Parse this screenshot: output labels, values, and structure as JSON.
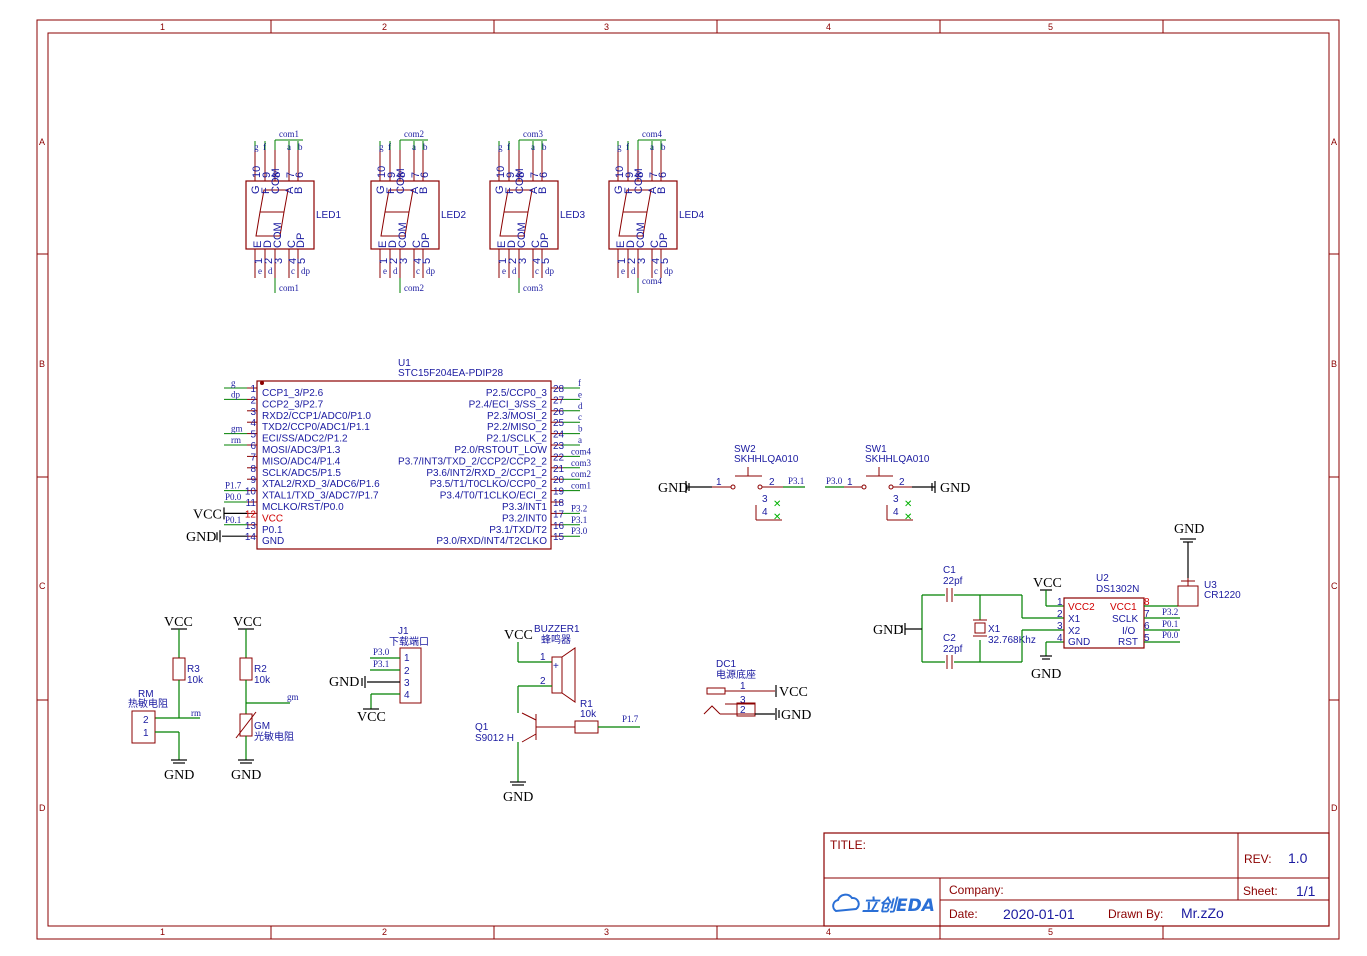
{
  "frame": {
    "col_labels": [
      "1",
      "2",
      "3",
      "4",
      "5"
    ],
    "row_labels": [
      "A",
      "B",
      "C",
      "D"
    ]
  },
  "title_block": {
    "title_label": "TITLE:",
    "title_value": "",
    "rev_label": "REV:",
    "rev_value": "1.0",
    "company_label": "Company:",
    "company_value": "",
    "sheet_label": "Sheet:",
    "sheet_value": "1/1",
    "date_label": "Date:",
    "date_value": "2020-01-01",
    "drawn_label": "Drawn By:",
    "drawn_value": "Mr.zZo",
    "logo_text": "立创EDA"
  },
  "power": {
    "vcc": "VCC",
    "gnd": "GND"
  },
  "leds": [
    {
      "ref": "LED1",
      "com": "com1",
      "com_bottom": "com1"
    },
    {
      "ref": "LED2",
      "com": "com2",
      "com_bottom": "com2"
    },
    {
      "ref": "LED3",
      "com": "com3",
      "com_bottom": "com3"
    },
    {
      "ref": "LED4",
      "com": "com4",
      "com_bottom": "com4"
    }
  ],
  "led_pins": {
    "top_nums": [
      "10",
      "9",
      "8",
      "7",
      "6"
    ],
    "top_names": [
      "G",
      "F",
      "COM",
      "A",
      "B"
    ],
    "top_nets": [
      "g",
      "f",
      "a",
      "b"
    ],
    "bot_nums": [
      "1",
      "2",
      "3",
      "4",
      "5"
    ],
    "bot_names": [
      "E",
      "D",
      "COM",
      "C",
      "DP"
    ],
    "bot_nets": [
      "e",
      "d",
      "c",
      "dp"
    ]
  },
  "mcu": {
    "ref": "U1",
    "part": "STC15F204EA-PDIP28",
    "left_pins": [
      {
        "num": "1",
        "name": "CCP1_3/P2.6",
        "net": "g"
      },
      {
        "num": "2",
        "name": "CCP2_3/P2.7",
        "net": "dp"
      },
      {
        "num": "3",
        "name": "RXD2/CCP1/ADC0/P1.0",
        "net": ""
      },
      {
        "num": "4",
        "name": "TXD2/CCP0/ADC1/P1.1",
        "net": ""
      },
      {
        "num": "5",
        "name": "ECI/SS/ADC2/P1.2",
        "net": "gm"
      },
      {
        "num": "6",
        "name": "MOSI/ADC3/P1.3",
        "net": "rm"
      },
      {
        "num": "7",
        "name": "MISO/ADC4/P1.4",
        "net": ""
      },
      {
        "num": "8",
        "name": "SCLK/ADC5/P1.5",
        "net": ""
      },
      {
        "num": "9",
        "name": "XTAL2/RXD_3/ADC6/P1.6",
        "net": ""
      },
      {
        "num": "10",
        "name": "XTAL1/TXD_3/ADC7/P1.7",
        "net": "P1.7"
      },
      {
        "num": "11",
        "name": "MCLKO/RST/P0.0",
        "net": "P0.0"
      },
      {
        "num": "12",
        "name": "VCC",
        "net": ""
      },
      {
        "num": "13",
        "name": "P0.1",
        "net": "P0.1"
      },
      {
        "num": "14",
        "name": "GND",
        "net": ""
      }
    ],
    "right_pins": [
      {
        "num": "28",
        "name": "P2.5/CCP0_3",
        "net": "f"
      },
      {
        "num": "27",
        "name": "P2.4/ECI_3/SS_2",
        "net": "e"
      },
      {
        "num": "26",
        "name": "P2.3/MOSI_2",
        "net": "d"
      },
      {
        "num": "25",
        "name": "P2.2/MISO_2",
        "net": "c"
      },
      {
        "num": "24",
        "name": "P2.1/SCLK_2",
        "net": "b"
      },
      {
        "num": "23",
        "name": "P2.0/RSTOUT_LOW",
        "net": "a"
      },
      {
        "num": "22",
        "name": "P3.7/INT3/TXD_2/CCP2/CCP2_2",
        "net": "com4"
      },
      {
        "num": "21",
        "name": "P3.6/INT2/RXD_2/CCP1_2",
        "net": "com3"
      },
      {
        "num": "20",
        "name": "P3.5/T1/T0CLKO/CCP0_2",
        "net": "com2"
      },
      {
        "num": "19",
        "name": "P3.4/T0/T1CLKO/ECI_2",
        "net": "com1"
      },
      {
        "num": "18",
        "name": "P3.3/INT1",
        "net": ""
      },
      {
        "num": "17",
        "name": "P3.2/INT0",
        "net": "P3.2"
      },
      {
        "num": "16",
        "name": "P3.1/TXD/T2",
        "net": "P3.1"
      },
      {
        "num": "15",
        "name": "P3.0/RXD/INT4/T2CLKO",
        "net": "P3.0"
      }
    ]
  },
  "switches": [
    {
      "ref": "SW2",
      "part": "SKHHLQA010",
      "net": "P3.1"
    },
    {
      "ref": "SW1",
      "part": "SKHHLQA010",
      "net": "P3.0"
    }
  ],
  "rtc": {
    "ref": "U2",
    "part": "DS1302N",
    "pins_left": [
      {
        "num": "1",
        "name": "VCC2"
      },
      {
        "num": "2",
        "name": "X1"
      },
      {
        "num": "3",
        "name": "X2"
      },
      {
        "num": "4",
        "name": "GND"
      }
    ],
    "pins_right": [
      {
        "num": "8",
        "name": "VCC1"
      },
      {
        "num": "7",
        "name": "SCLK",
        "net": "P3.2"
      },
      {
        "num": "6",
        "name": "I/O",
        "net": "P0.1"
      },
      {
        "num": "5",
        "name": "RST",
        "net": "P0.0"
      }
    ],
    "c1_ref": "C1",
    "c1_val": "22pf",
    "c2_ref": "C2",
    "c2_val": "22pf",
    "x1_ref": "X1",
    "x1_val": "32.768Khz",
    "bat_ref": "U3",
    "bat_val": "CR1220"
  },
  "misc": {
    "r3_ref": "R3",
    "r3_val": "10k",
    "rm_ref": "RM",
    "rm_val": "热敏电阻",
    "rm_net": "rm",
    "r2_ref": "R2",
    "r2_val": "10k",
    "gm_ref": "GM",
    "gm_val": "光敏电阻",
    "gm_net": "gm",
    "j1_ref": "J1",
    "j1_val": "下载端口",
    "j1_nets": [
      "P3.0",
      "P3.1"
    ],
    "j1_pins": [
      "1",
      "2",
      "3",
      "4"
    ],
    "bz_ref": "BUZZER1",
    "bz_val": "蜂鸣器",
    "q1_ref": "Q1",
    "q1_val": "S9012 H",
    "r1_ref": "R1",
    "r1_val": "10k",
    "r1_net": "P1.7",
    "dc_ref": "DC1",
    "dc_val": "电源底座"
  }
}
